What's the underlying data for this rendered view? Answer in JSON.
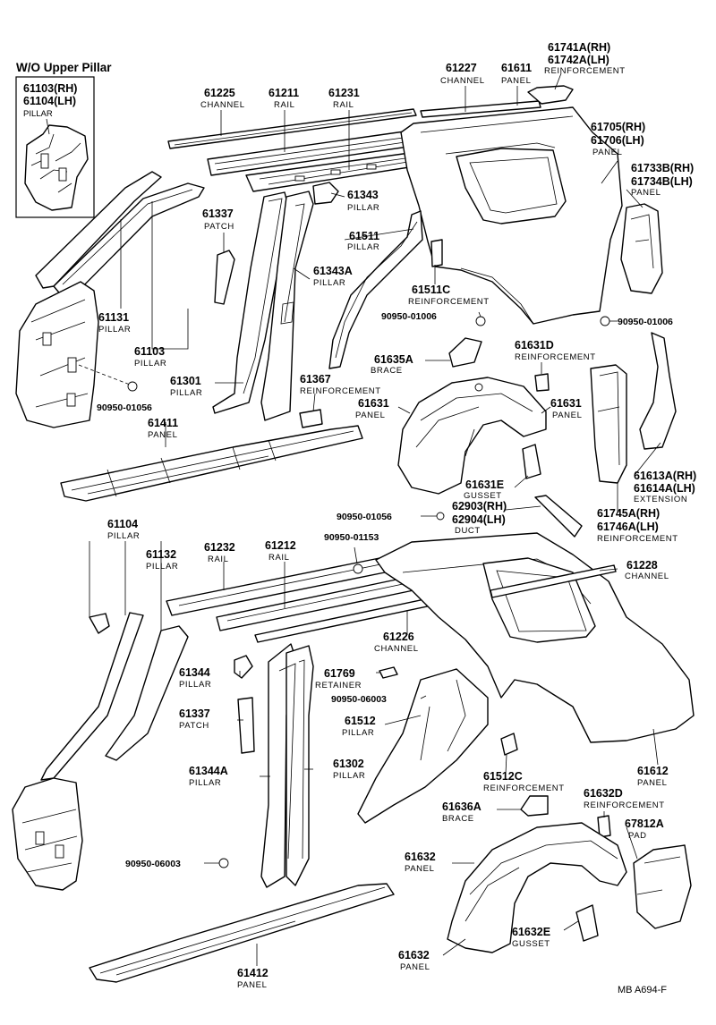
{
  "inset": {
    "title": "W/O Upper Pillar",
    "lines": [
      "61103(RH)",
      "61104(LH)",
      "PILLAR"
    ]
  },
  "diagram_code": "MB  A694-F",
  "labels": {
    "p61741A": [
      "61741A(RH)",
      "61742A(LH)",
      "REINFORCEMENT"
    ],
    "p61227": [
      "61227",
      "CHANNEL"
    ],
    "p61611": [
      "61611",
      "PANEL"
    ],
    "p61225": [
      "61225",
      "CHANNEL"
    ],
    "p61211": [
      "61211",
      "RAIL"
    ],
    "p61231": [
      "61231",
      "RAIL"
    ],
    "p61705": [
      "61705(RH)",
      "61706(LH)",
      "PANEL"
    ],
    "p61733B": [
      "61733B(RH)",
      "61734B(LH)",
      "PANEL"
    ],
    "p61343": [
      "61343",
      "PILLAR"
    ],
    "p61337a": [
      "61337",
      "PATCH"
    ],
    "p61511": [
      "61511",
      "PILLAR"
    ],
    "p61343A": [
      "61343A",
      "PILLAR"
    ],
    "p61511C": [
      "61511C",
      "REINFORCEMENT"
    ],
    "p61131": [
      "61131",
      "PILLAR"
    ],
    "p61103": [
      "61103",
      "PILLAR"
    ],
    "p90950_01006a": [
      "90950-01006"
    ],
    "p90950_01006b": [
      "90950-01006"
    ],
    "p61635A": [
      "61635A",
      "BRACE"
    ],
    "p61631D": [
      "61631D",
      "REINFORCEMENT"
    ],
    "p61301": [
      "61301",
      "PILLAR"
    ],
    "p61367": [
      "61367",
      "REINFORCEMENT"
    ],
    "p61631a": [
      "61631",
      "PANEL"
    ],
    "p61631b": [
      "61631",
      "PANEL"
    ],
    "p90950_01056a": [
      "90950-01056"
    ],
    "p61411": [
      "61411",
      "PANEL"
    ],
    "p61613A": [
      "61613A(RH)",
      "61614A(LH)",
      "EXTENSION"
    ],
    "p61631E": [
      "61631E",
      "GUSSET"
    ],
    "p62903": [
      "62903(RH)",
      "62904(LH)",
      "DUCT"
    ],
    "p90950_01056b": [
      "90950-01056"
    ],
    "p61745A": [
      "61745A(RH)",
      "61746A(LH)",
      "REINFORCEMENT"
    ],
    "p61104": [
      "61104",
      "PILLAR"
    ],
    "p61132": [
      "61132",
      "PILLAR"
    ],
    "p61232": [
      "61232",
      "RAIL"
    ],
    "p61212": [
      "61212",
      "RAIL"
    ],
    "p90950_01153": [
      "90950-01153"
    ],
    "p61228": [
      "61228",
      "CHANNEL"
    ],
    "p61226": [
      "61226",
      "CHANNEL"
    ],
    "p61344": [
      "61344",
      "PILLAR"
    ],
    "p61769": [
      "61769",
      "RETAINER"
    ],
    "p90950_06003a": [
      "90950-06003"
    ],
    "p61337b": [
      "61337",
      "PATCH"
    ],
    "p61512": [
      "61512",
      "PILLAR"
    ],
    "p61344A": [
      "61344A",
      "PILLAR"
    ],
    "p61302": [
      "61302",
      "PILLAR"
    ],
    "p61512C": [
      "61512C",
      "REINFORCEMENT"
    ],
    "p61612": [
      "61612",
      "PANEL"
    ],
    "p61632D": [
      "61632D",
      "REINFORCEMENT"
    ],
    "p61636A": [
      "61636A",
      "BRACE"
    ],
    "p67812A": [
      "67812A",
      "PAD"
    ],
    "p90950_06003b": [
      "90950-06003"
    ],
    "p61632a": [
      "61632",
      "PANEL"
    ],
    "p61632E": [
      "61632E",
      "GUSSET"
    ],
    "p61632b": [
      "61632",
      "PANEL"
    ],
    "p61412": [
      "61412",
      "PANEL"
    ]
  }
}
